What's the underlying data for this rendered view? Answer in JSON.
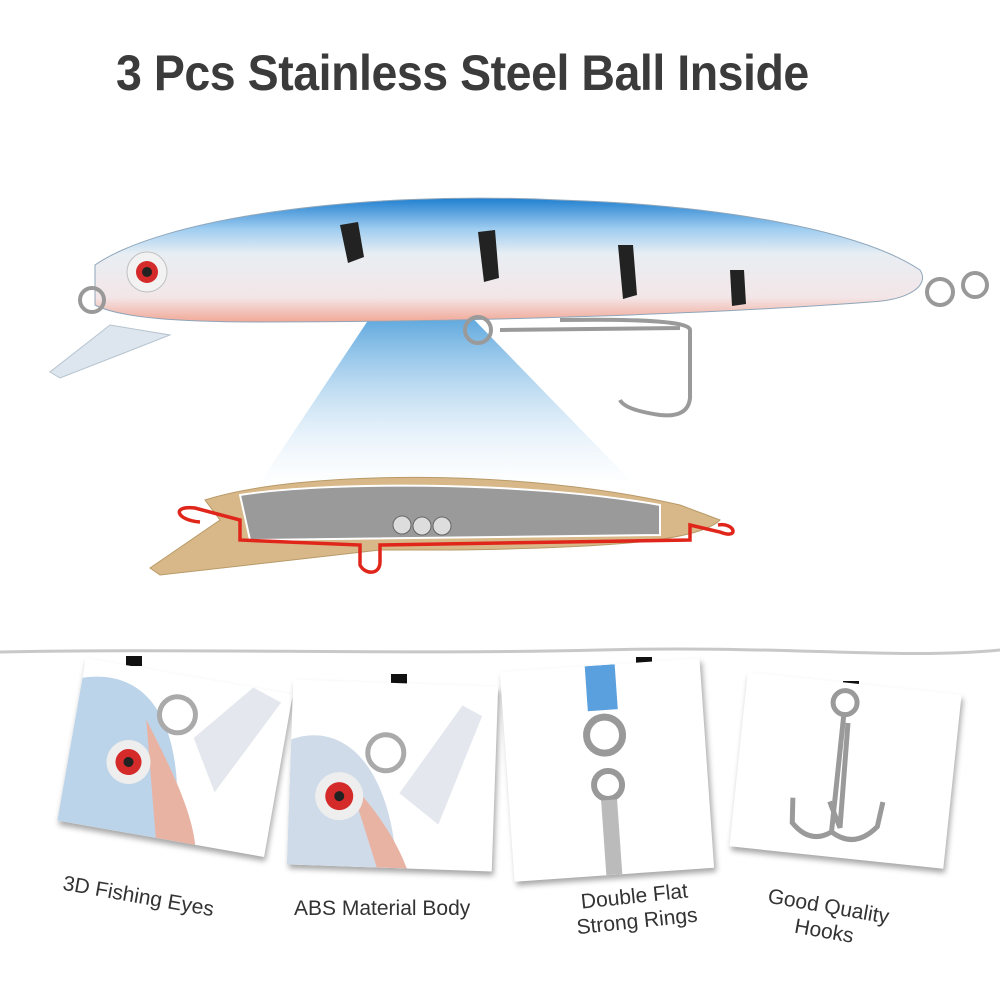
{
  "title": "3 Pcs Stainless Steel Ball Inside",
  "features": [
    {
      "caption": "3D Fishing Eyes",
      "icon": "fish-eye-closeup"
    },
    {
      "caption": "ABS Material Body",
      "icon": "lure-body-closeup"
    },
    {
      "caption_line1": "Double Flat",
      "caption_line2": "Strong Rings",
      "icon": "split-ring-closeup"
    },
    {
      "caption_line1": "Good Quality",
      "caption_line2": "Hooks",
      "icon": "treble-hook-closeup"
    }
  ],
  "colors": {
    "title": "#3b3b3b",
    "lure_back": "#2a8fd6",
    "lure_belly": "#f0b8a8",
    "wire": "#e0261b",
    "body_shell": "#d8b888"
  }
}
